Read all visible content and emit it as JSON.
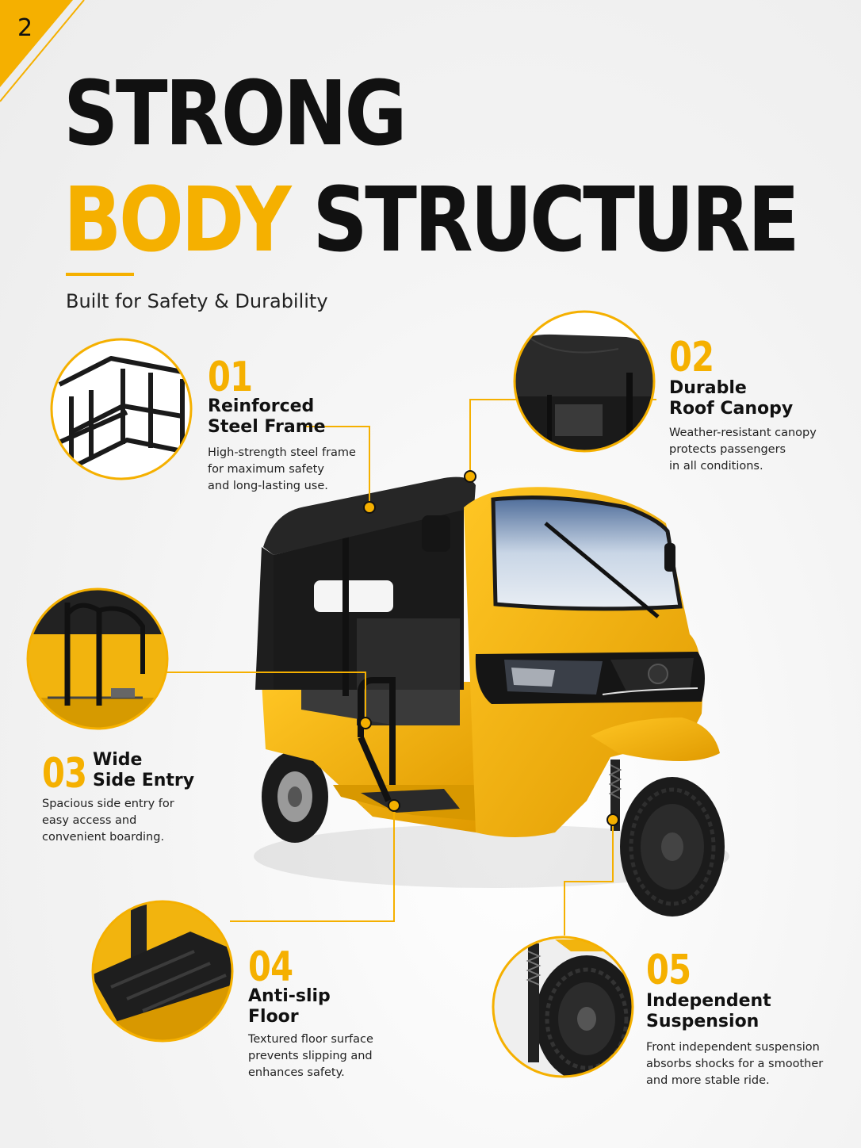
{
  "page_number": "2",
  "title": {
    "line1": "STRONG",
    "line2_accent": "BODY",
    "line2_rest": "STRUCTURE"
  },
  "subtitle": "Built for Safety & Durability",
  "colors": {
    "accent": "#f5b000",
    "dark": "#111111",
    "body_yellow": "#f2b40e"
  },
  "features": [
    {
      "number": "01",
      "title_lines": [
        "Reinforced",
        "Steel Frame"
      ],
      "desc_lines": [
        "High-strength steel frame",
        "for maximum safety",
        "and long-lasting use."
      ]
    },
    {
      "number": "02",
      "title_lines": [
        "Durable",
        "Roof Canopy"
      ],
      "desc_lines": [
        "Weather-resistant canopy",
        "protects passengers",
        "in all conditions."
      ]
    },
    {
      "number": "03",
      "title_lines": [
        "Wide",
        "Side Entry"
      ],
      "desc_lines": [
        "Spacious side entry for",
        "easy access and",
        "convenient boarding."
      ]
    },
    {
      "number": "04",
      "title_lines": [
        "Anti-slip",
        "Floor"
      ],
      "desc_lines": [
        "Textured floor surface",
        "prevents slipping and",
        "enhances safety."
      ]
    },
    {
      "number": "05",
      "title_lines": [
        "Independent",
        "Suspension"
      ],
      "desc_lines": [
        "Front independent suspension",
        "absorbs shocks for a smoother",
        "and more stable ride."
      ]
    }
  ]
}
